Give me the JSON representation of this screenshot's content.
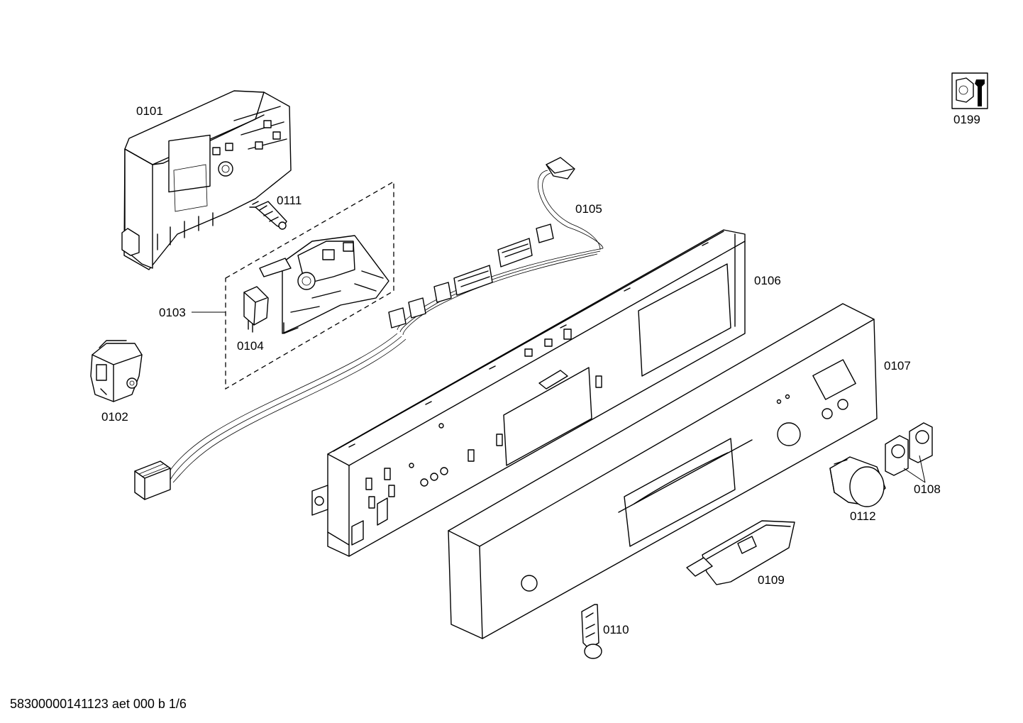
{
  "parts": [
    {
      "id": "0101"
    },
    {
      "id": "0102"
    },
    {
      "id": "0103"
    },
    {
      "id": "0104"
    },
    {
      "id": "0105"
    },
    {
      "id": "0106"
    },
    {
      "id": "0107"
    },
    {
      "id": "0108"
    },
    {
      "id": "0109"
    },
    {
      "id": "0110"
    },
    {
      "id": "0111"
    },
    {
      "id": "0112"
    },
    {
      "id": "0199"
    }
  ],
  "footer": {
    "code": "58300000141123 aet 000 b 1/6"
  }
}
